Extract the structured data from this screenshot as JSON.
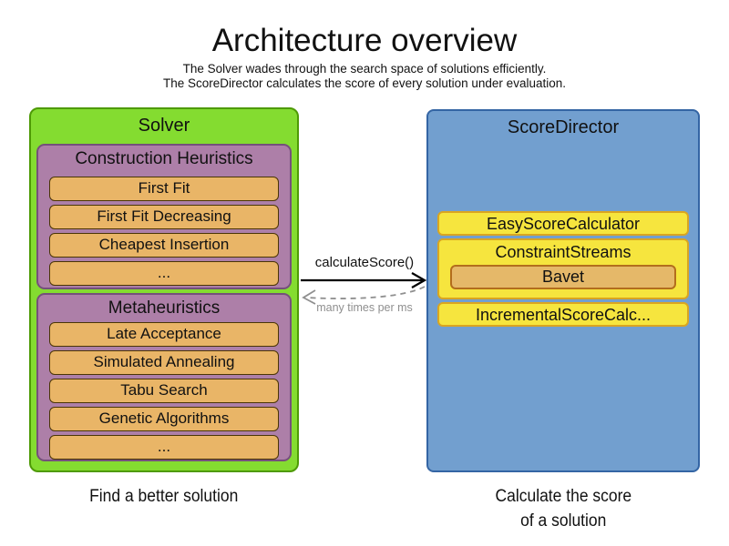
{
  "title": "Architecture overview",
  "subtitle_line1": "The Solver wades through the search space of solutions efficiently.",
  "subtitle_line2": "The ScoreDirector calculates the score of every solution under evaluation.",
  "solver": {
    "label": "Solver",
    "caption": "Find a better solution",
    "groups": [
      {
        "label": "Construction Heuristics",
        "items": [
          "First Fit",
          "First Fit Decreasing",
          "Cheapest Insertion",
          "..."
        ]
      },
      {
        "label": "Metaheuristics",
        "items": [
          "Late Acceptance",
          "Simulated Annealing",
          "Tabu Search",
          "Genetic Algorithms",
          "..."
        ]
      }
    ]
  },
  "score_director": {
    "label": "ScoreDirector",
    "caption_line1": "Calculate the score",
    "caption_line2": "of a solution",
    "calculators": [
      {
        "label": "EasyScoreCalculator",
        "items": []
      },
      {
        "label": "ConstraintStreams",
        "items": [
          "Bavet"
        ]
      },
      {
        "label": "IncrementalScoreCalc...",
        "items": []
      }
    ]
  },
  "interaction": {
    "call_label": "calculateScore()",
    "return_label": "many times per ms"
  },
  "colors": {
    "solver_fill": "#84dc30",
    "solver_border": "#4e9a06",
    "group_fill": "#ad7fa8",
    "group_border": "#75507b",
    "item_fill": "#e9b567",
    "item_border": "#4a3505",
    "score_fill": "#729fcf",
    "score_border": "#3465a4",
    "calc_fill": "#f6e53e",
    "calc_border": "#daa520",
    "bavet_fill": "#e5b869",
    "bavet_border": "#b36d1d",
    "arrow_color": "#000000",
    "return_color": "#8f8f8f",
    "text_color": "#111111"
  }
}
